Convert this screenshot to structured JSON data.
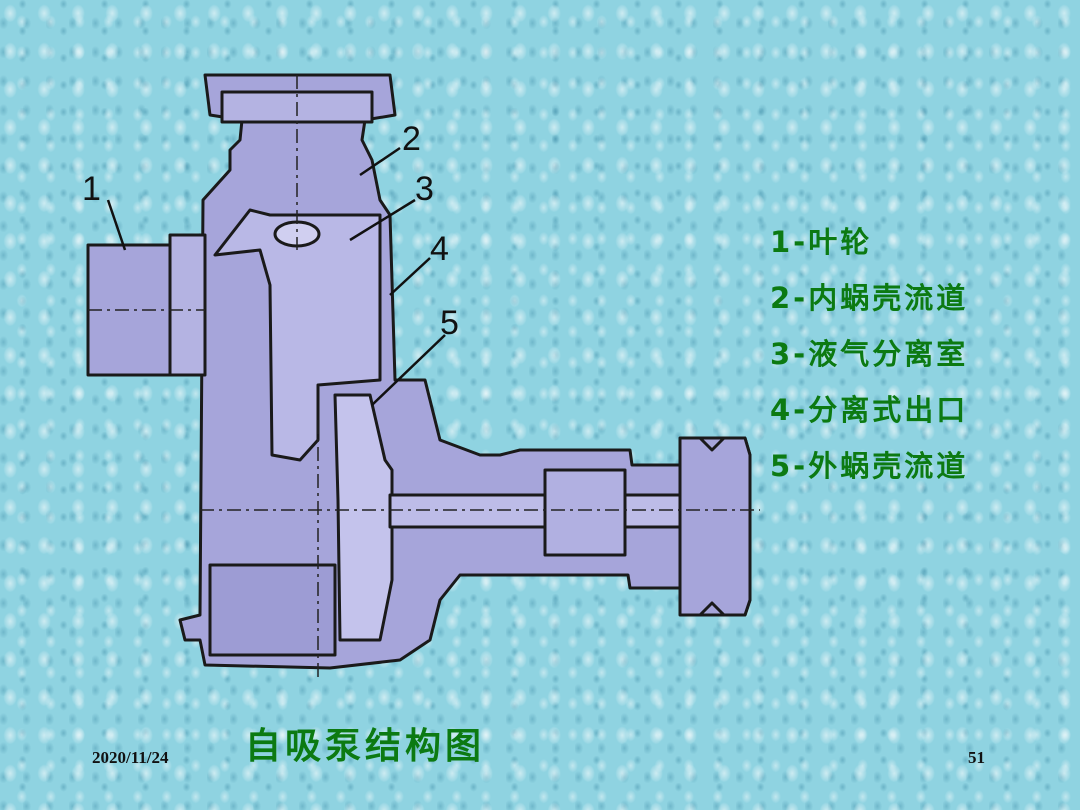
{
  "slide": {
    "title": "自吸泵结构图",
    "date": "2020/11/24",
    "page_number": "51"
  },
  "legend": [
    "1-叶轮",
    "2-内蜗壳流道",
    "3-液气分离室",
    "4-分离式出口",
    "5-外蜗壳流道"
  ],
  "diagram": {
    "callouts": [
      "1",
      "2",
      "3",
      "4",
      "5"
    ]
  },
  "colors": {
    "background": "#8fd3e1",
    "pump_fill": "#a6a5da",
    "outline": "#1a1a1a",
    "text_green": "#0c7a12"
  }
}
